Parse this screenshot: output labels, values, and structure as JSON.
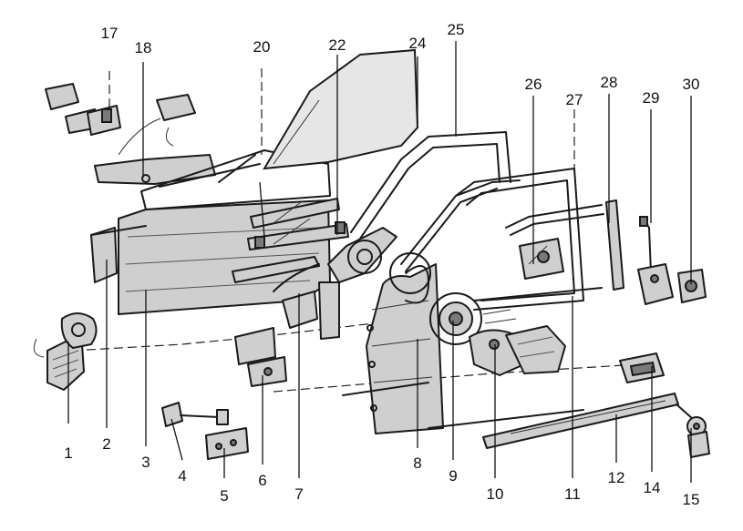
{
  "diagram": {
    "callouts": {
      "c1": "1",
      "c2": "2",
      "c3": "3",
      "c4": "4",
      "c5": "5",
      "c6": "6",
      "c7": "7",
      "c8": "8",
      "c9": "9",
      "c10": "10",
      "c11": "11",
      "c12": "12",
      "c14": "14",
      "c15": "15",
      "c17": "17",
      "c18": "18",
      "c20": "20",
      "c22": "22",
      "c24": "24",
      "c25": "25",
      "c26": "26",
      "c27": "27",
      "c28": "28",
      "c29": "29",
      "c30": "30"
    }
  }
}
